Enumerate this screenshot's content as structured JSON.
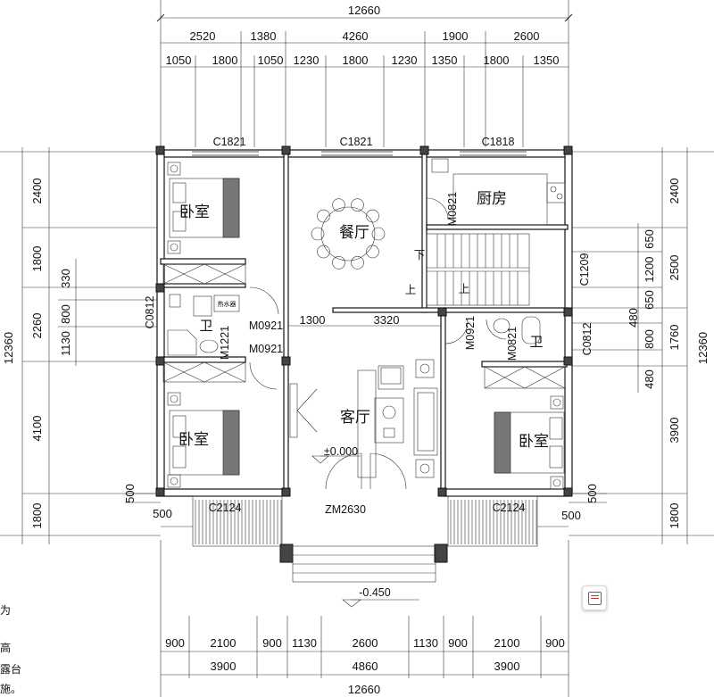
{
  "dimensions": {
    "overall_top": "12660",
    "overall_bottom": "12660",
    "overall_left": "12360",
    "overall_right": "12360",
    "top_row1": [
      "2520",
      "1380",
      "4260",
      "1900",
      "2600"
    ],
    "top_row2": [
      "1050",
      "1800",
      "1050",
      "1230",
      "1800",
      "1230",
      "1350",
      "1800",
      "1350"
    ],
    "bottom_row1": [
      "900",
      "2100",
      "900",
      "1130",
      "2600",
      "1130",
      "900",
      "2100",
      "900"
    ],
    "bottom_row2": [
      "3900",
      "4860",
      "3900"
    ],
    "left_outer": [
      "2400",
      "1800",
      "2260",
      "4100",
      "1800"
    ],
    "left_inner": [
      "330",
      "800",
      "1130"
    ],
    "right_outer": [
      "2400",
      "2500",
      "1760",
      "3900",
      "1800"
    ],
    "right_inner": [
      "650",
      "1200",
      "650",
      "480",
      "800",
      "480"
    ],
    "inner_horizontal": [
      "1300",
      "3320"
    ],
    "balcony_left": "500",
    "balcony_right": "500",
    "misc_500_left": "500",
    "misc_500_right": "500"
  },
  "rooms": {
    "bedroom_tl": "卧室",
    "dining": "餐厅",
    "kitchen": "厨房",
    "living": "客厅",
    "bedroom_bl": "卧室",
    "bedroom_br": "卧室",
    "toilet_left": "卫",
    "toilet_right": "卫"
  },
  "labels": {
    "window_c1821_a": "C1821",
    "window_c1821_b": "C1821",
    "window_c1818": "C1818",
    "window_c0812_left": "C0812",
    "window_c0812_right": "C0812",
    "window_c1209": "C1209",
    "window_c2124_left": "C2124",
    "window_c2124_right": "C2124",
    "door_m0921_a": "M0921",
    "door_m0921_b": "M0921",
    "door_m0921_c": "M0921",
    "door_m0821_kitchen": "M0821",
    "door_m0821_toilet": "M0821",
    "door_m1221": "M1221",
    "door_zm2630": "ZM2630",
    "stair_up": "上",
    "stair_down": "下",
    "stair_up_2": "上",
    "level_floor": "±0.000",
    "level_outdoor": "-0.450",
    "bath_sign": "热水器"
  },
  "side_notes": [
    "为",
    "高",
    "露台",
    "施。"
  ],
  "colors": {
    "line": "#222222",
    "column": "#444444",
    "accent_icon": "#c23b3b"
  },
  "icons": {
    "zoom_button": "gallery-view-icon"
  }
}
